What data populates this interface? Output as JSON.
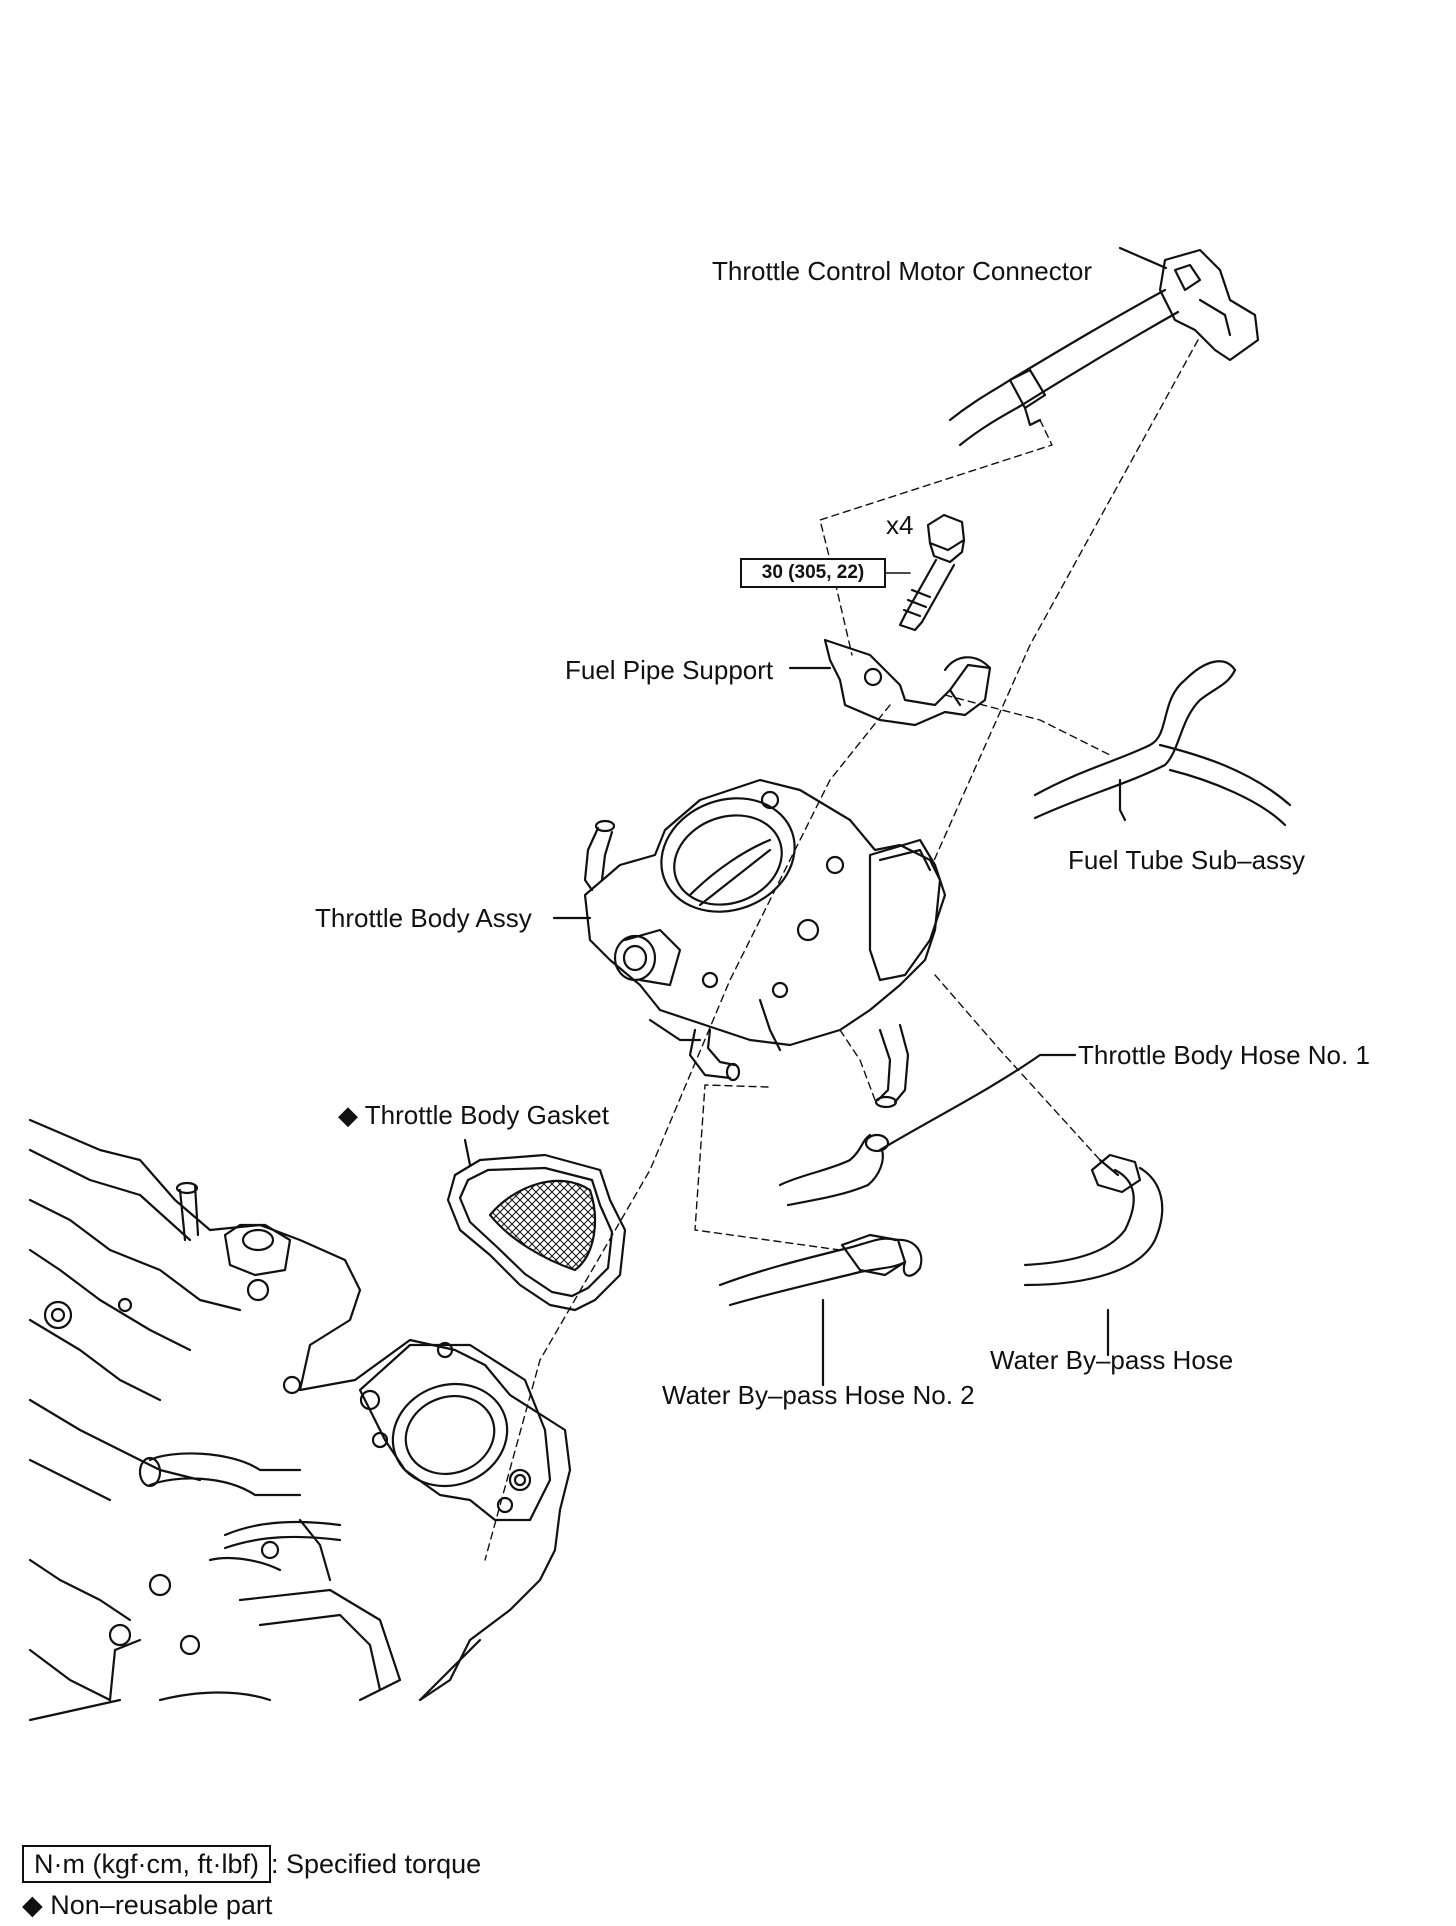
{
  "labels": {
    "throttle_control_motor_connector": "Throttle Control Motor Connector",
    "bolt_qty": "x4",
    "fuel_pipe_support": "Fuel Pipe Support",
    "fuel_tube_sub_assy": "Fuel Tube Sub–assy",
    "throttle_body_assy": "Throttle Body Assy",
    "throttle_body_hose_no1": "Throttle Body Hose No. 1",
    "throttle_body_gasket": "◆ Throttle Body Gasket",
    "water_bypass_hose": "Water By–pass Hose",
    "water_bypass_hose_no2": "Water By–pass Hose No. 2"
  },
  "torque": {
    "value": "30 (305, 22)"
  },
  "legend": {
    "torque_unit_box": "N·m (kgf·cm, ft·lbf)",
    "torque_meaning": ": Specified torque",
    "non_reusable": "◆ Non–reusable part"
  },
  "colors": {
    "line": "#111111",
    "background": "#ffffff"
  }
}
